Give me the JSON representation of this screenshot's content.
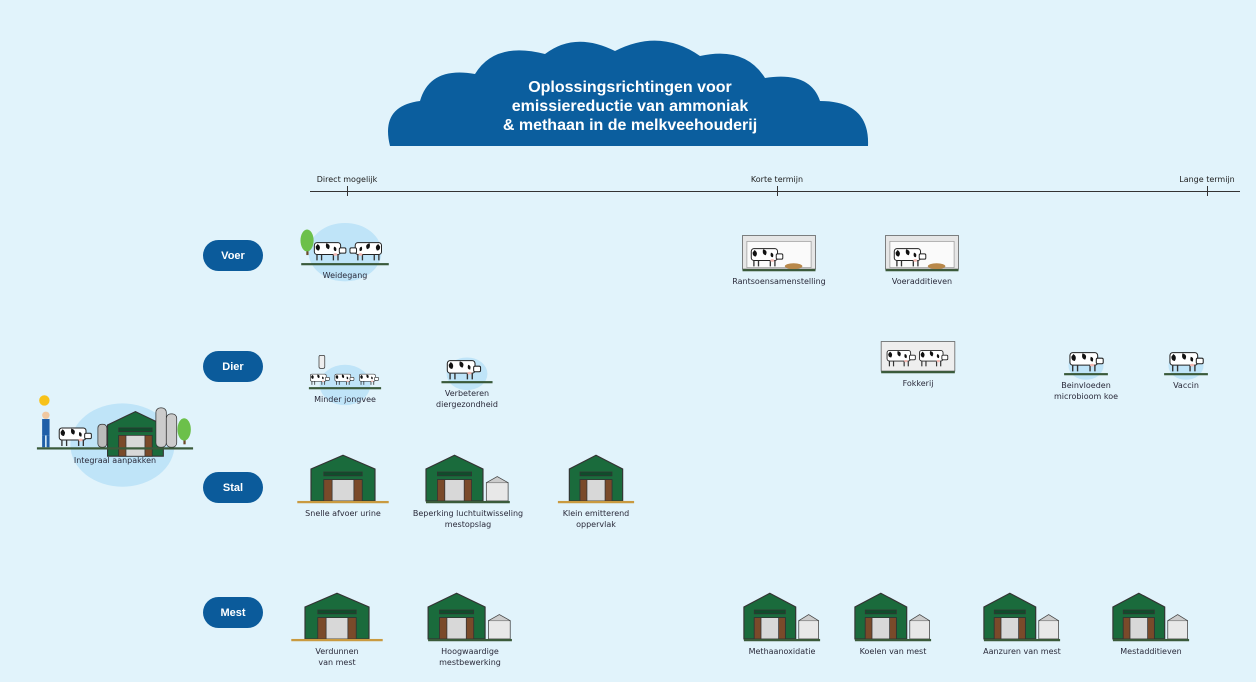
{
  "title": [
    "Oplossingsrichtingen voor",
    "emissiereductie van ammoniak",
    "& methaan in de melkveehouderij"
  ],
  "timeline": {
    "start": "Direct mogelijk",
    "middle": "Korte termijn",
    "end": "Lange termijn"
  },
  "categories": {
    "voer": "Voer",
    "dier": "Dier",
    "stal": "Stal",
    "mest": "Mest"
  },
  "colors": {
    "cloud": "#0b5e9e",
    "pill": "#0b5b9b",
    "barn": "#1a6b3c",
    "background": "#e1f3fb"
  },
  "items": {
    "integraal": {
      "label": [
        "Integraal aanpakken"
      ],
      "icon": "farm-icon"
    },
    "weidegang": {
      "label": [
        "Weidegang"
      ],
      "icon": "pasture-cows-icon"
    },
    "rantsoen": {
      "label": [
        "Rantsoensamenstelling"
      ],
      "icon": "feed-stall-icon"
    },
    "voeradd": {
      "label": [
        "Voeradditieven"
      ],
      "icon": "feed-additive-icon"
    },
    "jongvee": {
      "label": [
        "Minder jongvee"
      ],
      "icon": "calves-icon"
    },
    "diergezondheid": {
      "label": [
        "Verbeteren",
        "diergezondheid"
      ],
      "icon": "cow-heart-icon"
    },
    "fokkerij": {
      "label": [
        "Fokkerij"
      ],
      "icon": "dna-cows-icon"
    },
    "microbioom": {
      "label": [
        "Beinvloeden",
        "microbioom koe"
      ],
      "icon": "microbe-cow-icon"
    },
    "vaccin": {
      "label": [
        "Vaccin"
      ],
      "icon": "vaccine-cow-icon"
    },
    "urine": {
      "label": [
        "Snelle afvoer urine"
      ],
      "icon": "barn-drain-icon"
    },
    "luchtuitwisseling": {
      "label": [
        "Beperking luchtuitwisseling",
        "mestopslag"
      ],
      "icon": "barn-storage-icon"
    },
    "oppervlak": {
      "label": [
        "Klein emitterend",
        "oppervlak"
      ],
      "icon": "barn-floor-icon"
    },
    "verdunnen": {
      "label": [
        "Verdunnen",
        "van mest"
      ],
      "icon": "barn-water-icon"
    },
    "mestbewerking": {
      "label": [
        "Hoogwaardige",
        "mestbewerking"
      ],
      "icon": "barn-silo-icon"
    },
    "methaanoxidatie": {
      "label": [
        "Methaanoxidatie"
      ],
      "icon": "barn-flare-icon"
    },
    "koelen": {
      "label": [
        "Koelen van mest"
      ],
      "icon": "barn-cooling-icon"
    },
    "aanzuren": {
      "label": [
        "Aanzuren van mest"
      ],
      "icon": "barn-ph-icon"
    },
    "mestadditieven": {
      "label": [
        "Mestadditieven"
      ],
      "icon": "barn-additive-icon"
    }
  }
}
